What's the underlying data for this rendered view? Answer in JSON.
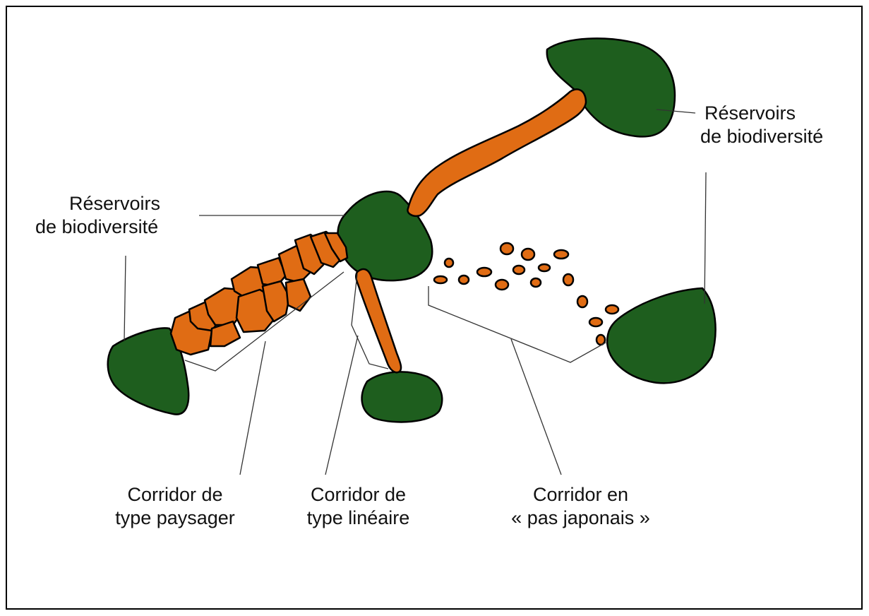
{
  "labels": {
    "reservoirs_right": [
      "Réservoirs",
      "de biodiversité"
    ],
    "reservoirs_left": [
      "Réservoirs",
      "de biodiversité"
    ],
    "corridor_paysager": [
      "Corridor de",
      "type paysager"
    ],
    "corridor_lineaire": [
      "Corridor de",
      "type linéaire"
    ],
    "corridor_pas_japonais": [
      "Corridor en",
      "« pas japonais »"
    ]
  },
  "colors": {
    "reservoir": "#1e5e1e",
    "corridor": "#e06c14",
    "outline": "#000000",
    "leader_line": "#333333",
    "background": "#ffffff"
  }
}
